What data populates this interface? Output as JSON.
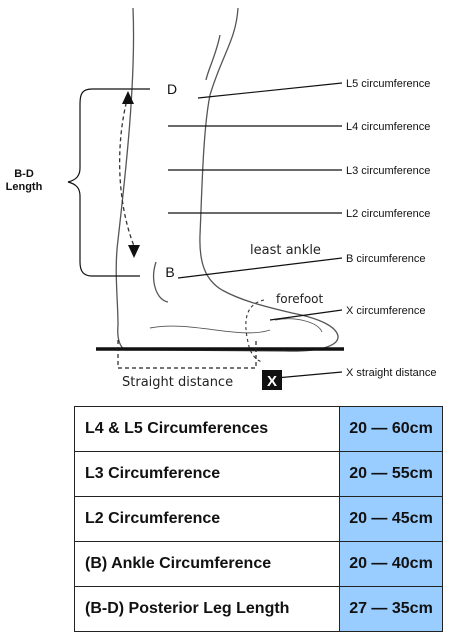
{
  "diagram": {
    "letter_D": "D",
    "letter_B": "B",
    "bd_length_line1": "B-D",
    "bd_length_line2": "Length",
    "least_ankle": "least ankle",
    "forefoot": "forefoot",
    "straight_distance": "Straight distance",
    "x_mark": "X",
    "labels": {
      "l5": "L5 circumference",
      "l4": "L4 circumference",
      "l3": "L3 circumference",
      "l2": "L2 circumference",
      "b": "B circumference",
      "x": "X circumference",
      "x_straight": "X straight distance"
    }
  },
  "table": {
    "range_color": "#99ccff",
    "rows": [
      {
        "name": "L4 & L5 Circumferences",
        "range": "20 — 60cm"
      },
      {
        "name": "L3 Circumference",
        "range": "20 — 55cm"
      },
      {
        "name": "L2 Circumference",
        "range": "20 — 45cm"
      },
      {
        "name": "(B) Ankle Circumference",
        "range": "20 — 40cm"
      },
      {
        "name": "(B-D) Posterior Leg Length",
        "range": "27 — 35cm"
      }
    ]
  }
}
